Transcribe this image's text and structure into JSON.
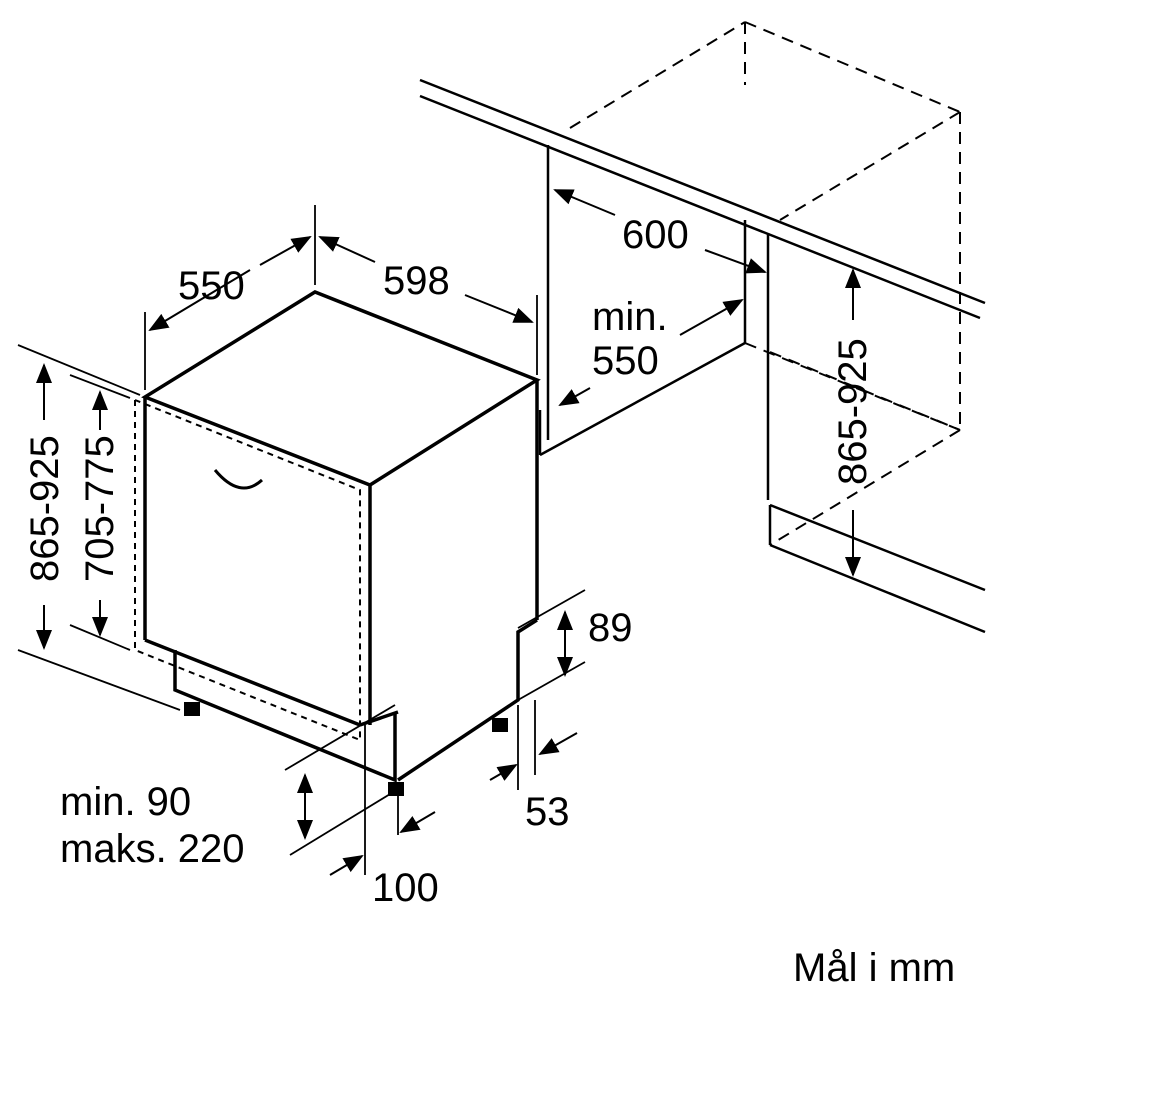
{
  "labels": {
    "depth": "550",
    "width": "598",
    "niche_width": "600",
    "niche_depth_min": "min.",
    "niche_depth_value": "550",
    "height_left": "865-925",
    "door_height": "705-775",
    "niche_height": "865-925",
    "plinth_height": "89",
    "plinth_recess": "53",
    "plinth_min": "min. 90",
    "plinth_max": "maks. 220",
    "foot_offset": "100",
    "units_note": "Mål i mm"
  },
  "colors": {
    "line": "#000000",
    "background": "#ffffff"
  }
}
